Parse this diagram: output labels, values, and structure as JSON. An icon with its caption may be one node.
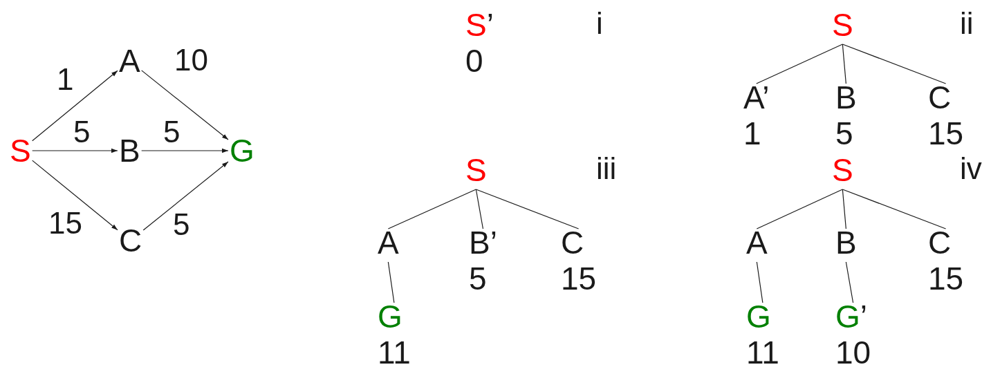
{
  "diagram": {
    "nodes": [
      {
        "text": [
          "S"
        ]
      },
      {
        "text": [
          "A"
        ]
      },
      {
        "text": [
          "B"
        ]
      },
      {
        "text": [
          "C"
        ]
      },
      {
        "text": [
          "G"
        ]
      },
      {
        "text": [
          "S’",
          "0"
        ]
      },
      {
        "text": [
          "S"
        ]
      },
      {
        "text": [
          "A’",
          "1"
        ]
      },
      {
        "text": [
          "B",
          "5"
        ]
      },
      {
        "text": [
          "C",
          "15"
        ]
      },
      {
        "text": [
          "S"
        ]
      },
      {
        "text": [
          "A"
        ]
      },
      {
        "text": [
          "B’",
          "5"
        ]
      },
      {
        "text": [
          "C",
          "15"
        ]
      },
      {
        "text": [
          "G",
          "11"
        ]
      },
      {
        "text": [
          "S"
        ]
      },
      {
        "text": [
          "A"
        ]
      },
      {
        "text": [
          "B"
        ]
      },
      {
        "text": [
          "C",
          "15"
        ]
      },
      {
        "text": [
          "G",
          "11"
        ]
      },
      {
        "text": [
          "G’",
          "10"
        ]
      }
    ],
    "edges": [
      {
        "from": 0,
        "to": 1,
        "arrow": "to",
        "label": "1"
      },
      {
        "from": 0,
        "to": 2,
        "arrow": "to",
        "label": "5"
      },
      {
        "from": 0,
        "to": 3,
        "arrow": "to",
        "label": "15"
      },
      {
        "from": 1,
        "to": 4,
        "arrow": "to",
        "label": "10"
      },
      {
        "from": 2,
        "to": 4,
        "arrow": "to",
        "label": "5"
      },
      {
        "from": 3,
        "to": 4,
        "arrow": "to",
        "label": "5"
      },
      {
        "from": 6,
        "to": 7,
        "arrow": "none"
      },
      {
        "from": 6,
        "to": 8,
        "arrow": "none"
      },
      {
        "from": 6,
        "to": 9,
        "arrow": "none"
      },
      {
        "from": 10,
        "to": 11,
        "arrow": "none"
      },
      {
        "from": 10,
        "to": 12,
        "arrow": "none"
      },
      {
        "from": 10,
        "to": 13,
        "arrow": "none"
      },
      {
        "from": 11,
        "to": 14,
        "arrow": "none"
      },
      {
        "from": 15,
        "to": 16,
        "arrow": "none"
      },
      {
        "from": 15,
        "to": 17,
        "arrow": "none"
      },
      {
        "from": 15,
        "to": 18,
        "arrow": "none"
      },
      {
        "from": 16,
        "to": 19,
        "arrow": "none"
      },
      {
        "from": 17,
        "to": 20,
        "arrow": "none"
      }
    ],
    "labels": [
      "i",
      "ii",
      "iii",
      "iv"
    ]
  }
}
